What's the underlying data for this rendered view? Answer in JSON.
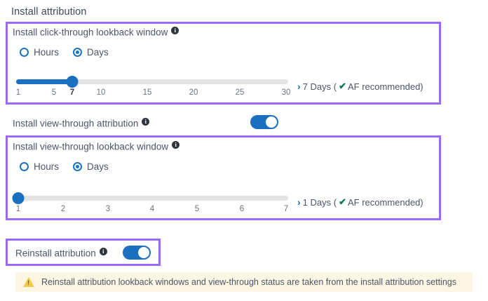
{
  "page": {
    "section_title": "Install attribution"
  },
  "click_through": {
    "label": "Install click-through lookback window",
    "info_icon": "info-icon",
    "unit_options": [
      {
        "label": "Hours",
        "selected": false
      },
      {
        "label": "Days",
        "selected": true
      }
    ],
    "slider": {
      "min": 1,
      "max": 30,
      "value": 7,
      "ticks": [
        "1",
        "5",
        "7",
        "10",
        "15",
        "20",
        "25",
        "30"
      ],
      "tick_values": [
        1,
        5,
        7,
        10,
        15,
        20,
        25,
        30
      ],
      "current_tick": "7"
    },
    "recommendation": {
      "chevron": "›",
      "value_text": "7 Days (",
      "check": "✔",
      "suffix": "AF recommended)"
    }
  },
  "view_through_toggle": {
    "label": "Install view-through attribution",
    "info_icon": "info-icon",
    "enabled": true
  },
  "view_through": {
    "label": "Install view-through lookback window",
    "info_icon": "info-icon",
    "unit_options": [
      {
        "label": "Hours",
        "selected": false
      },
      {
        "label": "Days",
        "selected": true
      }
    ],
    "slider": {
      "min": 1,
      "max": 7,
      "value": 1,
      "ticks": [
        "1",
        "2",
        "3",
        "4",
        "5",
        "6",
        "7"
      ],
      "tick_values": [
        1,
        2,
        3,
        4,
        5,
        6,
        7
      ],
      "current_tick": "1"
    },
    "recommendation": {
      "chevron": "›",
      "value_text": "1 Days (",
      "check": "✔",
      "suffix": "AF recommended)"
    }
  },
  "reinstall": {
    "label": "Reinstall attribution",
    "info_icon": "info-icon",
    "enabled": true
  },
  "warning": {
    "icon": "warning-triangle-icon",
    "text": "Reinstall attribution lookback windows and view-through status are taken from the install attribution settings"
  },
  "colors": {
    "highlight_purple": "#9a6bfb",
    "accent_blue": "#1a6fc0",
    "radio_blue": "#1a73c4",
    "check_green": "#0f7a53",
    "warning_bg": "#fdf6e3",
    "warning_icon": "#f2c94c",
    "track_gray": "#e2e3e5",
    "text_gray": "#4a5568"
  }
}
